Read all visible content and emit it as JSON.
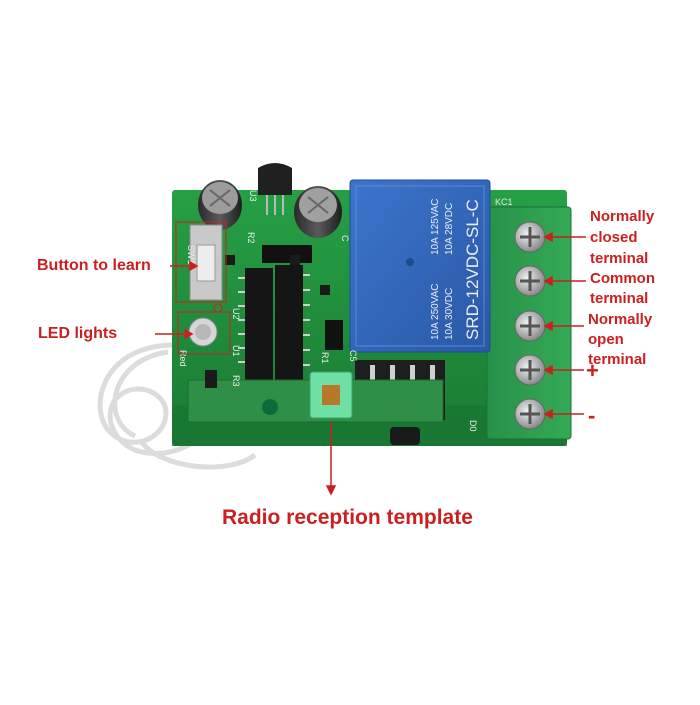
{
  "annotations": {
    "button_to_learn": "Button to learn",
    "led_lights": "LED lights",
    "radio_reception_template": "Radio reception template",
    "normally_closed_line1": "Normally",
    "normally_closed_line2": "closed",
    "normally_closed_line3": "terminal",
    "common_line1": "Common",
    "common_line2": "terminal",
    "normally_open_line1": "Normally",
    "normally_open_line2": "open",
    "normally_open_line3": "terminal",
    "plus": "+",
    "minus": "-"
  },
  "relay": {
    "model": "SRD-12VDC-SL-C",
    "rating_col1_a": "10A 250VAC",
    "rating_col1_b": "10A 30VDC",
    "rating_col2_a": "10A 125VAC",
    "rating_col2_b": "10A 28VDC"
  },
  "silkscreen": {
    "sw1": "SW1",
    "u3": "U3",
    "r2": "R2",
    "u2": "U2",
    "u1": "U1",
    "r3": "R3",
    "red": "Red",
    "r1": "R1",
    "c5": "C5",
    "kc1": "KC1",
    "d0": "D0",
    "c": "C"
  },
  "colors": {
    "annotation": "#cc1f1f",
    "pcb": "#1f8a3a",
    "relay": "#2f62b8",
    "terminal_block": "#2f9e4a"
  }
}
